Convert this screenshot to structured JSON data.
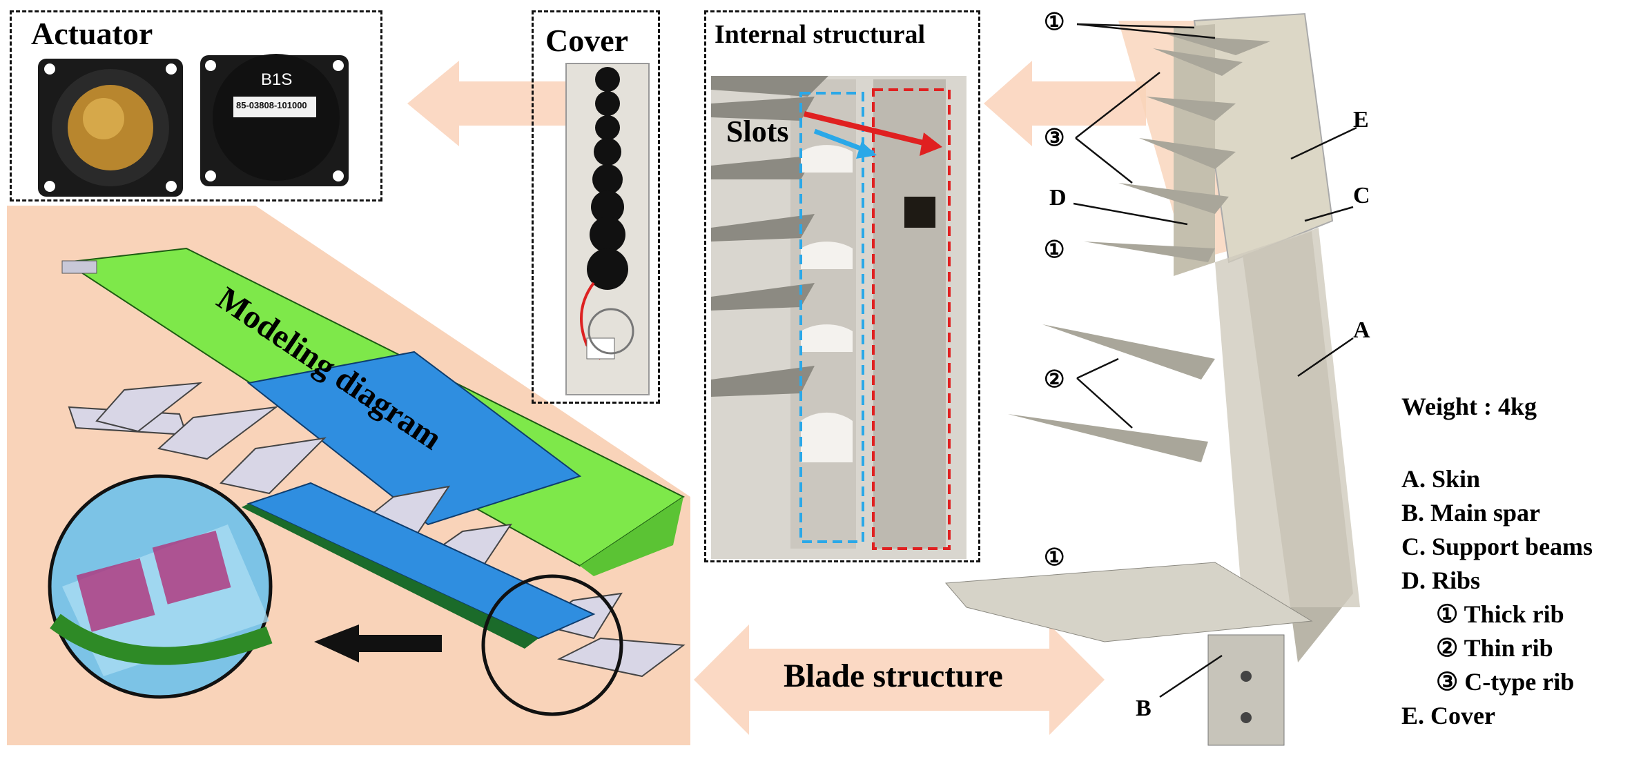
{
  "panels": {
    "actuator": {
      "title": "Actuator",
      "label_main": "B1S",
      "label_sub": "85-03808-101000"
    },
    "cover": {
      "title": "Cover"
    },
    "internal": {
      "title": "Internal structural",
      "slots_label": "Slots"
    },
    "modeling": {
      "title": "Modeling diagram"
    },
    "blade": {
      "caption": "Blade structure"
    }
  },
  "callouts": {
    "c1a": "①",
    "c1b": "①",
    "c1c": "①",
    "c2": "②",
    "c3": "③",
    "E": "E",
    "C": "C",
    "D": "D",
    "A": "A",
    "B": "B"
  },
  "legend": {
    "weight": "Weight : 4kg",
    "items": [
      "A.  Skin",
      "B.  Main spar",
      "C.  Support beams",
      "D.  Ribs",
      "① Thick rib",
      "② Thin rib",
      "③ C-type rib",
      "E.  Cover"
    ]
  },
  "colors": {
    "peach": "#f9d3b9",
    "green": "#7ee84a",
    "blue": "#2f8ee0",
    "red_box": "#e02020",
    "cyan_box": "#2aa8e8",
    "arrow_fill": "#fbd9c4",
    "metal": "#c9c6bc"
  }
}
